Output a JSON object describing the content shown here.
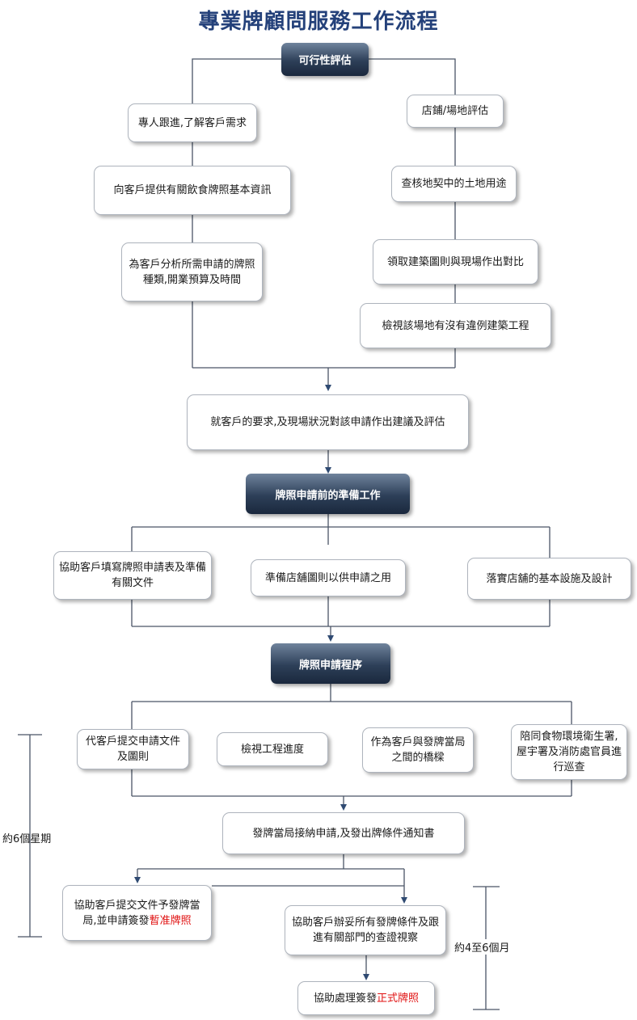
{
  "title": "專業牌顧問服務工作流程",
  "stages": {
    "feasibility": "可行性評估",
    "preparation": "牌照申請前的準備工作",
    "procedure": "牌照申請程序"
  },
  "left_branch": {
    "follow_up": "專人跟進,了解客戶需求",
    "provide_info": "向客戶提供有關飲食牌照基本資訊",
    "analysis": "為客戶分析所需申請的牌照種類,開業預算及時間"
  },
  "right_branch": {
    "site_assessment": "店鋪/場地評估",
    "land_use": "查核地契中的土地用途",
    "building_plans": "領取建築圖則與現場作出對比",
    "illegal_works": "檢視該場地有沒有違例建築工程"
  },
  "recommendation": "就客戶的要求,及現場狀況對該申請作出建議及評估",
  "prep_items": {
    "forms": "協助客戶填寫牌照申請表及準備有關文件",
    "shop_plans": "準備店舖圖則以供申請之用",
    "facilities": "落實店舖的基本設施及設計"
  },
  "procedure_items": {
    "submit": "代客戶提交申請文件及圖則",
    "progress": "檢視工程進度",
    "bridge": "作為客戶與發牌當局之間的橋樑",
    "inspection": "陪同食物環境衛生署,屋宇署及消防處官員進行巡查"
  },
  "acceptance": "發牌當局接納申請,及發出牌條件通知書",
  "provisional": {
    "text": "協助客戶提交文件予發牌當局,並申請簽發",
    "highlight": "暫准牌照"
  },
  "conditions": "協助客戶辦妥所有發牌條件及跟進有關部門的查證視察",
  "full_licence": {
    "text": "協助處理簽發",
    "highlight": "正式牌照"
  },
  "durations": {
    "six_weeks": "約6個星期",
    "four_to_six_months": "約4至6個月"
  },
  "colors": {
    "title": "#24417a",
    "line": "#4a5566",
    "arrow": "#2f4a72",
    "highlight": "#e01010"
  }
}
